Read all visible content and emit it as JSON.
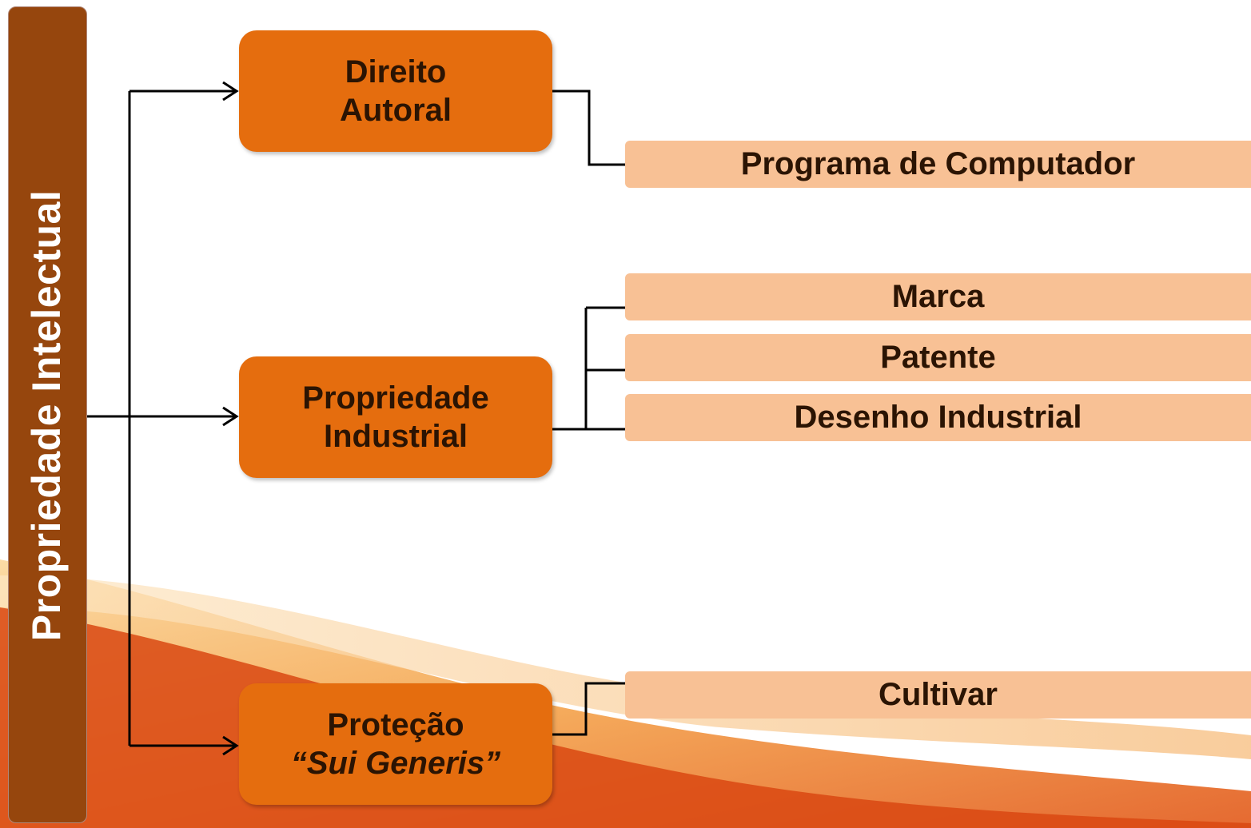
{
  "root": {
    "label": "Propriedade Intelectual"
  },
  "nodes": [
    {
      "line1": "Direito",
      "line2": "Autoral"
    },
    {
      "line1": "Propriedade",
      "line2": "Industrial"
    },
    {
      "line1": "Proteção",
      "line2": "“Sui Generis”"
    }
  ],
  "leaves": {
    "programa": "Programa de Computador",
    "marca": "Marca",
    "patente": "Patente",
    "desenho": "Desenho Industrial",
    "cultivar": "Cultivar"
  },
  "colors": {
    "root_fill": "#96460d",
    "node_fill": "#e56d0e",
    "leaf_fill": "#f8c195",
    "text_dark": "#2b1403",
    "connector": "#000000"
  }
}
